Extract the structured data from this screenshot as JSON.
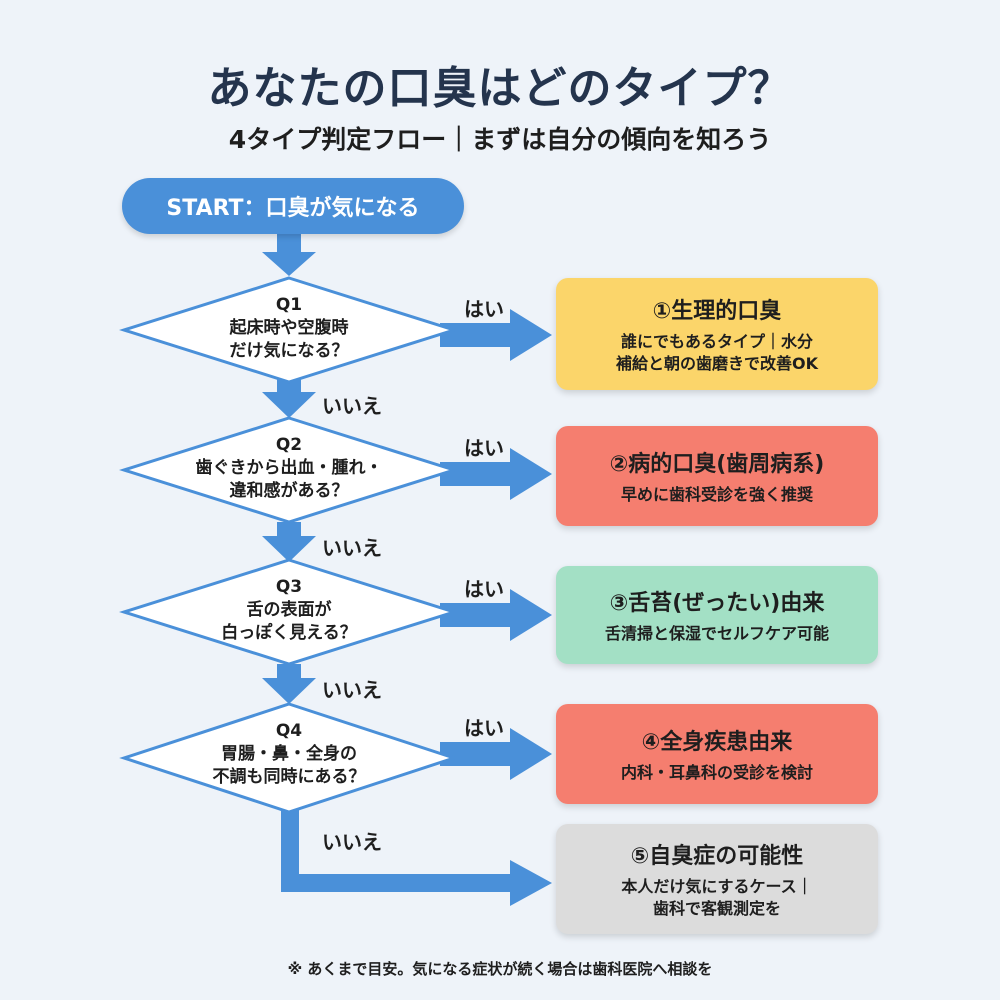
{
  "header": {
    "title": "あなたの口臭はどのタイプ？",
    "subtitle": "4タイプ判定フロー｜まずは自分の傾向を知ろう"
  },
  "start_label": "START：口臭が気になる",
  "questions": [
    {
      "id": "Q1",
      "line1": "起床時や空腹時",
      "line2": "だけ気になる？"
    },
    {
      "id": "Q2",
      "line1": "歯ぐきから出血・腫れ・",
      "line2": "違和感がある？"
    },
    {
      "id": "Q3",
      "line1": "舌の表面が",
      "line2": "白っぽく見える？"
    },
    {
      "id": "Q4",
      "line1": "胃腸・鼻・全身の",
      "line2": "不調も同時にある？"
    }
  ],
  "yes_label": "はい",
  "no_label": "いいえ",
  "results": [
    {
      "title": "①生理的口臭",
      "line1": "誰にでもあるタイプ｜水分",
      "line2": "補給と朝の歯磨きで改善OK",
      "color": "#fbd56a"
    },
    {
      "title": "②病的口臭(歯周病系)",
      "line1": "早めに歯科受診を強く推奨",
      "line2": "",
      "color": "#f57e6f"
    },
    {
      "title": "③舌苔(ぜったい)由来",
      "line1": "舌清掃と保湿でセルフケア可能",
      "line2": "",
      "color": "#a3e0c5"
    },
    {
      "title": "④全身疾患由来",
      "line1": "内科・耳鼻科の受診を検討",
      "line2": "",
      "color": "#f57e6f"
    },
    {
      "title": "⑤自臭症の可能性",
      "line1": "本人だけ気にするケース｜",
      "line2": "歯科で客観測定を",
      "color": "#dcdcdc"
    }
  ],
  "footnote": "※ あくまで目安。気になる症状が続く場合は歯科医院へ相談を",
  "colors": {
    "arrow": "#4a90d9",
    "diamond_border": "#4a90d9",
    "start": "#4a90d9"
  }
}
